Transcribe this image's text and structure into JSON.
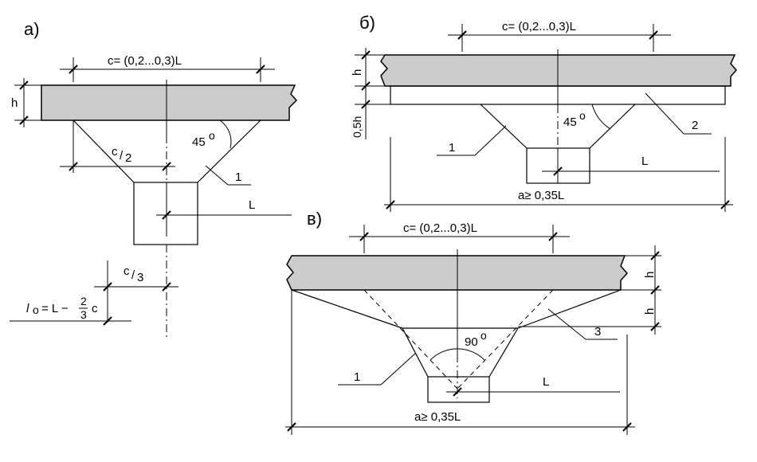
{
  "panel_a": {
    "label": "а)",
    "dim_c": "c= (0,2...0,3)L",
    "h": "h",
    "half_c_top": "c",
    "half_c_bottom": "2",
    "angle": "45",
    "deg": "о",
    "callout_1": "1",
    "L": "L",
    "third_c_top": "c",
    "third_c_bottom": "3",
    "l0_l": "l",
    "l0_sub": "o",
    "l0_eq": "= L −",
    "l0_frac_num": "2",
    "l0_frac_den": "3",
    "l0_c": "c"
  },
  "panel_b": {
    "label": "б)",
    "dim_c": "c= (0,2...0,3)L",
    "h": "h",
    "half_h": "0,5h",
    "angle": "45",
    "deg": "о",
    "callout_1": "1",
    "callout_2": "2",
    "L": "L",
    "a": "a≥ 0,35L"
  },
  "panel_v": {
    "label": "в)",
    "dim_c": "c= (0,2...0,3)L",
    "h1": "h",
    "h2": "h",
    "angle": "90",
    "deg": "о",
    "callout_1": "1",
    "callout_3": "3",
    "L": "L",
    "a": "a≥ 0,35L"
  }
}
